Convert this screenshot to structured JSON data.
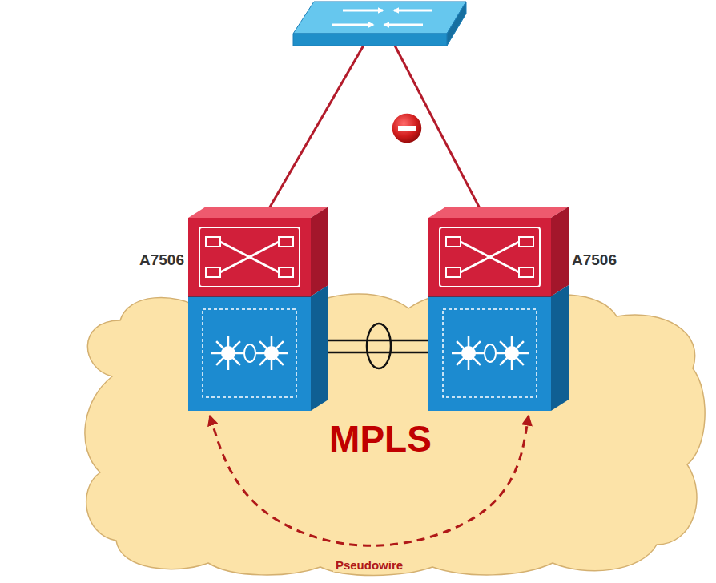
{
  "diagram": {
    "nodes": [
      {
        "text": [
          "A7506"
        ]
      },
      {
        "text": [
          "A7506"
        ]
      },
      {
        "text": [
          "MPLS"
        ]
      }
    ],
    "edges": [
      {
        "from": 0,
        "to": 1,
        "arrow": "none"
      },
      {
        "from": 0,
        "to": 1,
        "arrow": "both",
        "label": "Pseudowire"
      }
    ]
  }
}
